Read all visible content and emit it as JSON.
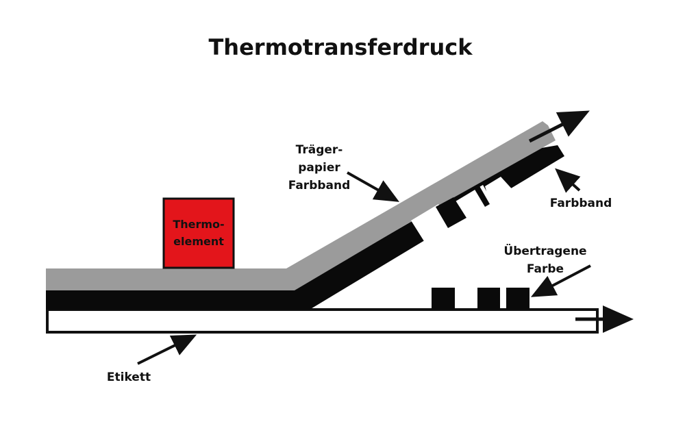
{
  "title": "Thermotransferdruck",
  "labels": {
    "thermo_element_line1": "Thermo-",
    "thermo_element_line2": "element",
    "traegerpapier_line1": "Träger-",
    "traegerpapier_line2": "papier",
    "traegerpapier_line3": "Farbband",
    "farbband": "Farbband",
    "uebertragene_line1": "Übertragene",
    "uebertragene_line2": "Farbe",
    "etikett": "Etikett"
  },
  "colors": {
    "thermo_element_fill": "#e3151b",
    "carrier_paper": "#9b9b9b",
    "ink_ribbon": "#0a0a0a",
    "label_fill": "#ffffff",
    "outline": "#111111"
  }
}
